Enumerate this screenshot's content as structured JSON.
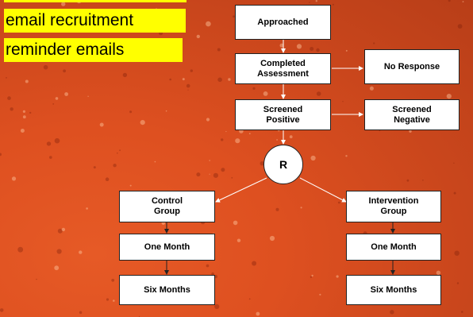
{
  "labels": {
    "email": "email recruitment",
    "reminder": "reminder emails"
  },
  "flow": {
    "approached": "Approached",
    "completed": "Completed\nAssessment",
    "no_response": "No Response",
    "screened_positive": "Screened\nPositive",
    "screened_negative": "Screened\nNegative",
    "randomize": "R",
    "control": "Control\nGroup",
    "intervention": "Intervention\nGroup",
    "control_one_month": "One Month",
    "control_six_months": "Six Months",
    "intervention_one_month": "One Month",
    "intervention_six_months": "Six Months"
  },
  "colors": {
    "highlight": "#ffff00",
    "background": "#d94c1f",
    "box": "#ffffff"
  }
}
